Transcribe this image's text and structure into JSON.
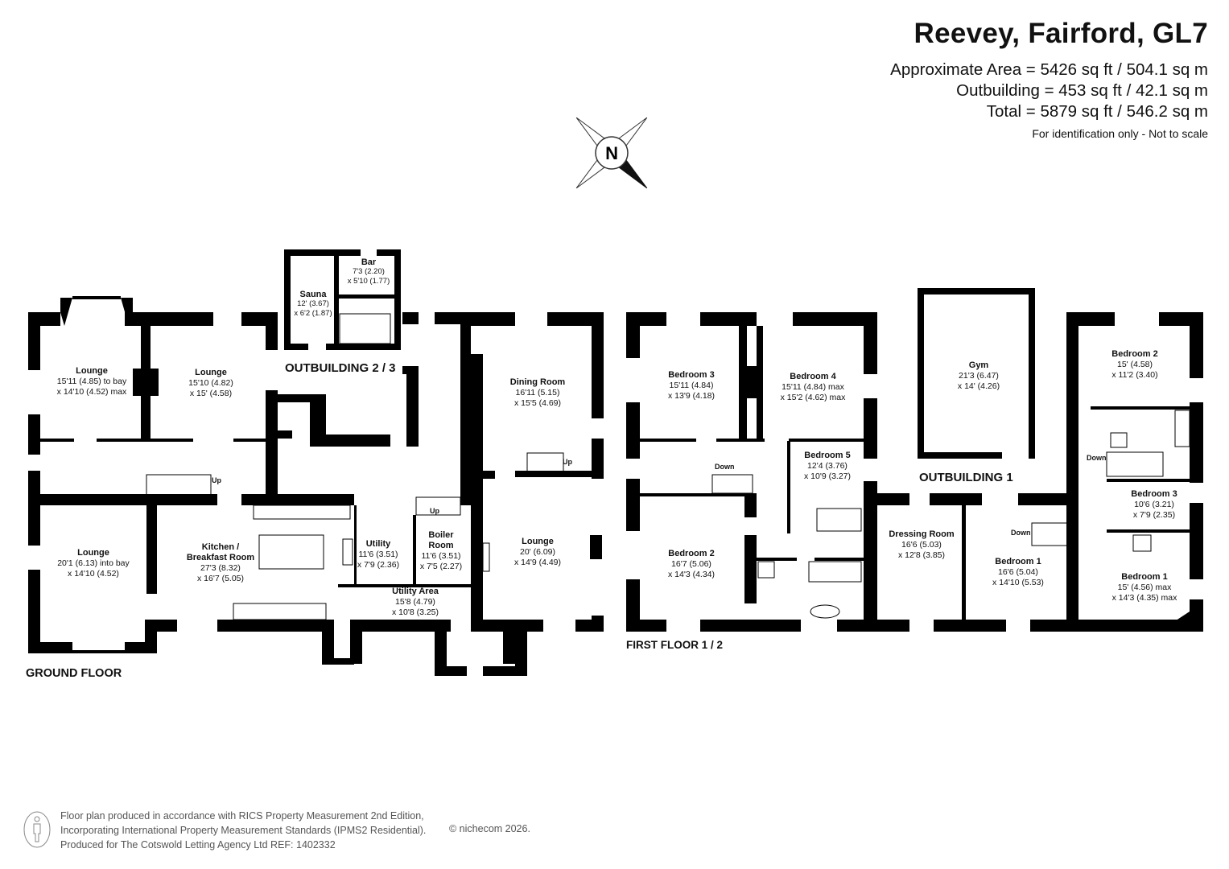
{
  "header": {
    "title": "Reevey,  Fairford, GL7",
    "areas": [
      "Approximate Area = 5426 sq ft / 504.1 sq m",
      "Outbuilding = 453 sq ft / 42.1 sq m",
      "Total = 5879 sq ft / 546.2 sq m"
    ],
    "note": "For identification only - Not to scale"
  },
  "compass": {
    "label": "N"
  },
  "floors": {
    "ground": "GROUND FLOOR",
    "first": "FIRST FLOOR 1 / 2",
    "outbuilding_23": "OUTBUILDING 2 / 3",
    "outbuilding_1": "OUTBUILDING 1"
  },
  "ground_rooms": [
    {
      "name": "Lounge",
      "d1": "15'11 (4.85) to bay",
      "d2": "x 14'10 (4.52) max"
    },
    {
      "name": "Lounge",
      "d1": "15'10 (4.82)",
      "d2": "x 15' (4.58)"
    },
    {
      "name": "Sauna",
      "d1": "12' (3.67)",
      "d2": "x 6'2 (1.87)"
    },
    {
      "name": "Bar",
      "d1": "7'3 (2.20)",
      "d2": "x 5'10 (1.77)"
    },
    {
      "name": "Dining Room",
      "d1": "16'11 (5.15)",
      "d2": "x 15'5 (4.69)"
    },
    {
      "name": "Lounge",
      "d1": "20'1 (6.13) into bay",
      "d2": "x 14'10 (4.52)"
    },
    {
      "name": "Kitchen /",
      "name2": "Breakfast Room",
      "d1": "27'3 (8.32)",
      "d2": "x 16'7 (5.05)"
    },
    {
      "name": "Utility",
      "d1": "11'6 (3.51)",
      "d2": "x 7'9 (2.36)"
    },
    {
      "name": "Boiler",
      "name2": "Room",
      "d1": "11'6 (3.51)",
      "d2": "x 7'5 (2.27)"
    },
    {
      "name": "Utility Area",
      "d1": "15'8 (4.79)",
      "d2": "x 10'8 (3.25)"
    },
    {
      "name": "Lounge",
      "d1": "20' (6.09)",
      "d2": "x 14'9 (4.49)"
    }
  ],
  "first_rooms": [
    {
      "name": "Bedroom 3",
      "d1": "15'11 (4.84)",
      "d2": "x 13'9 (4.18)"
    },
    {
      "name": "Bedroom 4",
      "d1": "15'11 (4.84) max",
      "d2": "x 15'2 (4.62) max"
    },
    {
      "name": "Gym",
      "d1": "21'3 (6.47)",
      "d2": "x 14' (4.26)"
    },
    {
      "name": "Bedroom 2",
      "d1": "15' (4.58)",
      "d2": "x 11'2 (3.40)"
    },
    {
      "name": "Bedroom 5",
      "d1": "12'4 (3.76)",
      "d2": "x 10'9 (3.27)"
    },
    {
      "name": "Bedroom 3",
      "d1": "10'6 (3.21)",
      "d2": "x 7'9 (2.35)"
    },
    {
      "name": "Bedroom 2",
      "d1": "16'7 (5.06)",
      "d2": "x 14'3 (4.34)"
    },
    {
      "name": "Dressing Room",
      "d1": "16'6 (5.03)",
      "d2": "x 12'8 (3.85)"
    },
    {
      "name": "Bedroom 1",
      "d1": "16'6 (5.04)",
      "d2": "x 14'10 (5.53)"
    },
    {
      "name": "Bedroom 1",
      "d1": "15' (4.56) max",
      "d2": "x 14'3 (4.35) max"
    }
  ],
  "stairs": {
    "up": "Up",
    "down": "Down"
  },
  "footer": {
    "lines": [
      "Floor plan produced in accordance with RICS Property Measurement 2nd Edition,",
      "Incorporating International Property Measurement Standards (IPMS2 Residential).",
      "Produced for The Cotswold Letting Agency Ltd  REF:  1402332"
    ],
    "copyright": "© nichecom 2026."
  }
}
